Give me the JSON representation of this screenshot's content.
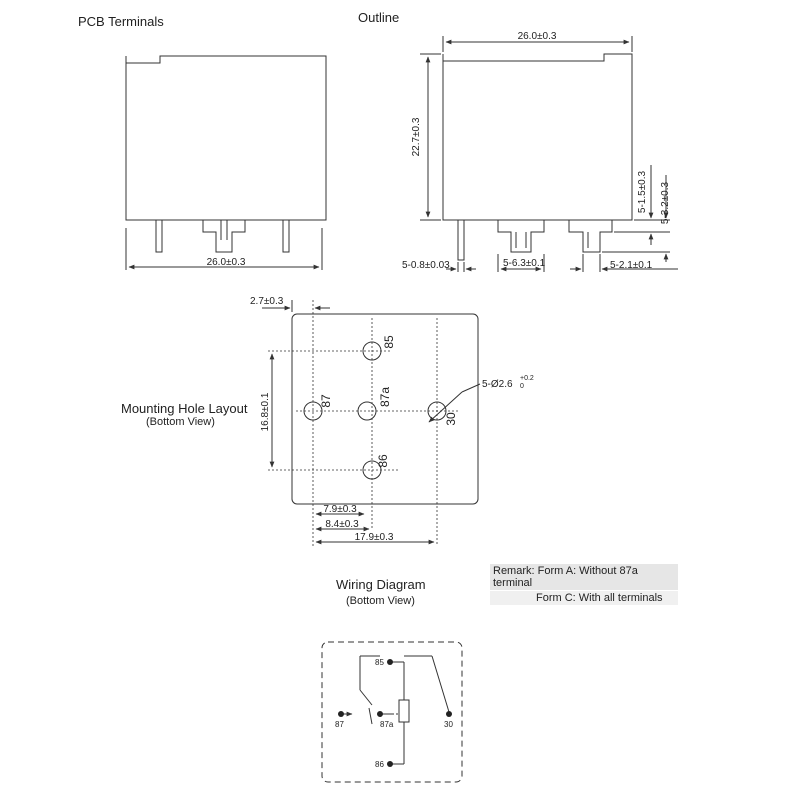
{
  "titles": {
    "pcb_terminals": "PCB Terminals",
    "outline": "Outline",
    "mounting_hole_layout": "Mounting Hole Layout",
    "mounting_view": "(Bottom View)",
    "wiring_diagram": "Wiring Diagram",
    "wiring_view": "(Bottom View)"
  },
  "dimensions": {
    "pcb_width": "26.0±0.3",
    "outline_width": "26.0±0.3",
    "outline_height": "22.7±0.3",
    "terminal_thickness": "5-0.8±0.03",
    "terminal_width_63": "5-6.3±0.1",
    "terminal_width_21": "5-2.1±0.1",
    "terminal_15": "5-1.5±0.3",
    "terminal_32": "5-3.2±0.3",
    "offset_27": "2.7±0.3",
    "height_168": "16.8±0.1",
    "dim_79": "7.9±0.3",
    "dim_84": "8.4±0.3",
    "dim_179": "17.9±0.3",
    "hole_dia": "5-Ø2.6",
    "hole_tol_plus": "+0.2",
    "hole_tol_minus": "0"
  },
  "pins": {
    "p85": "85",
    "p87": "87",
    "p87a": "87a",
    "p86": "86",
    "p30": "30"
  },
  "remark": {
    "line1": "Remark: Form A: Without 87a terminal",
    "line2": "Form C: With all terminals"
  }
}
